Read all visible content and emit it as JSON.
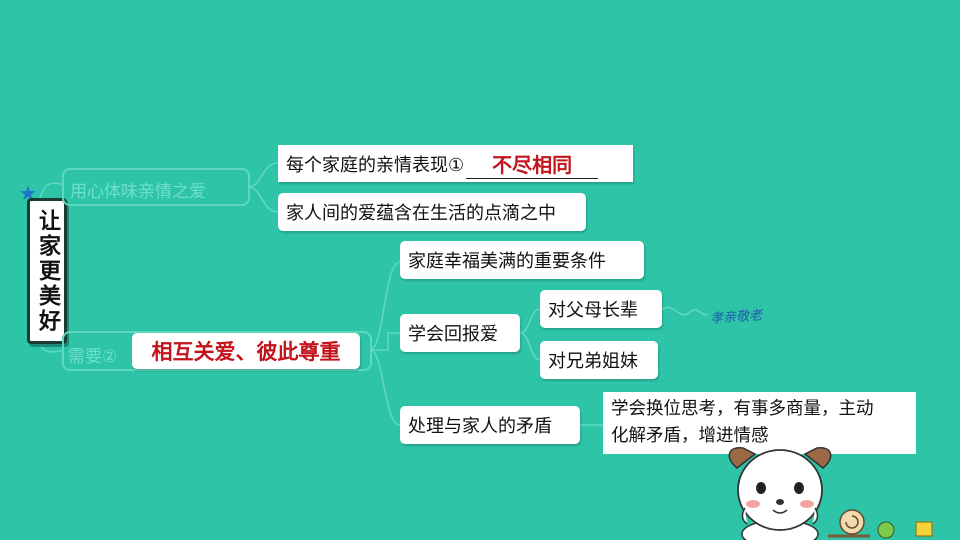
{
  "root": {
    "title": "让家更美好"
  },
  "branch1": {
    "label": "用心体味亲情之爱",
    "children": [
      {
        "prefix": "每个家庭的亲情表现①",
        "answer": "不尽相同"
      },
      {
        "text": "家人间的爱蕴含在生活的点滴之中"
      }
    ]
  },
  "branch2": {
    "prefix": "需要②",
    "answer": "相互关爱、彼此尊重",
    "children": [
      {
        "text": "家庭幸福美满的重要条件"
      },
      {
        "text": "学会回报爱",
        "children": [
          {
            "text": "对父母长辈",
            "note": "孝亲敬老"
          },
          {
            "text": "对兄弟姐妹"
          }
        ]
      },
      {
        "text": "处理与家人的矛盾",
        "detail": "学会换位思考，有事多商量，主动化解矛盾，增进情感",
        "detail_lines": [
          "学会换位思考，有事多商量，主动",
          "化解矛盾，增进情感"
        ]
      }
    ]
  },
  "colors": {
    "background": "#2ec4a8",
    "answer": "#c4141b",
    "outline": "#5fd8c2"
  }
}
